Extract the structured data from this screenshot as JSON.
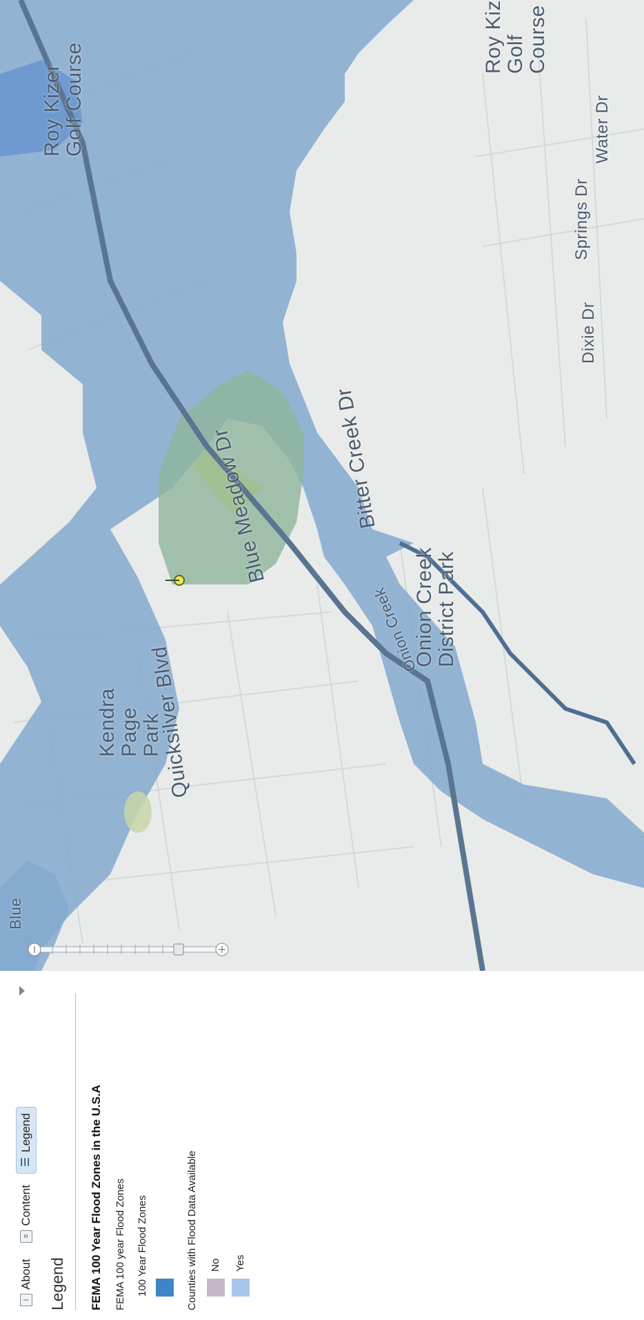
{
  "sidebar": {
    "tabs": [
      {
        "label": "About",
        "icon": "about-icon"
      },
      {
        "label": "Content",
        "icon": "content-icon"
      },
      {
        "label": "Legend",
        "icon": "legend-list-icon"
      }
    ],
    "heading": "Legend",
    "layer_title": "FEMA 100 Year Flood Zones in the U.S.A",
    "sublayer": "FEMA 100 year Flood Zones",
    "flood_label": "100 Year Flood Zones",
    "counties_label": "Counties with Flood Data Available",
    "no_label": "No",
    "yes_label": "Yes"
  },
  "colors": {
    "flood_zone": "#3f86c9",
    "county_no": "#c4b8c8",
    "county_yes": "#a8c6ea",
    "map_flood": "#84a9cf",
    "park": "#8fb59b"
  },
  "map": {
    "labels": {
      "bitter_creek": "Bitter Creek Dr",
      "blue_meadow": "Blue Meadow Dr",
      "kendra_page_park": "Kendra Page Park",
      "quicksilver": "Quicksilver Blvd",
      "roy_kizer_1": "Roy Kizer Golf Course",
      "roy_kizer_2": "Roy Kizer Golf Course",
      "onion_creek_park": "Onion Creek District Park",
      "onion_creek": "Onion Creek",
      "dixie_dr": "Dixie Dr",
      "springs_dr": "Springs Dr",
      "water_dr": "Water Dr",
      "partial_edge": "Blue"
    }
  }
}
